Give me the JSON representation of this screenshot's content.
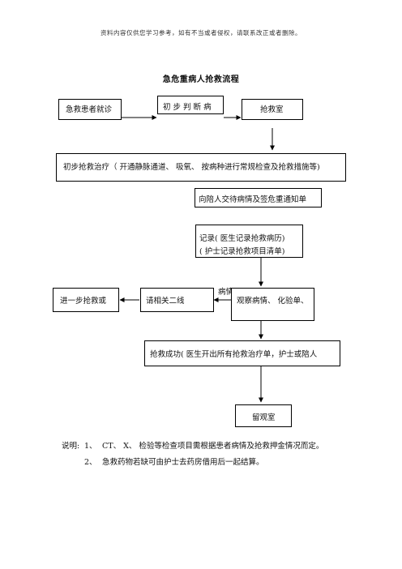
{
  "header": {
    "notice": "资料内容仅供您学习参考，如有不当或者侵权，请联系改正或者删除。"
  },
  "document": {
    "title": "急危重病人抢救流程"
  },
  "flow": {
    "patient_visit": "急救患者就诊",
    "initial_judgment": "初 步 判 断 病",
    "rescue_room": "抢救室",
    "initial_treatment": "初步抢救治疗（ 开通静脉通道、  吸氧、  按病种进行常规检查及抢救措施等)",
    "inform_family": "向陪人交待病情及签危重通知单",
    "record_line1": "记录( 医生记录抢救病历)",
    "record_line2": "( 护士记录抢救项目清单)",
    "condition_partial": "病情",
    "further_rescue": "进一步抢救或",
    "consult_second_line": "请相关二线",
    "observe_condition": "观察病情、  化验单、",
    "rescue_success": "抢救成功( 医生开出所有抢救治疗单，护士或陪人",
    "observation_room": "留观室"
  },
  "notes": {
    "prefix": "说明:",
    "item1_num": "1、",
    "item1_text": "CT、  X、  检验等检查项目需根据患者病情及抢救押金情况而定。",
    "item2_num": "2、",
    "item2_text": "急救药物若缺可由护士去药房借用后一起结算。"
  }
}
